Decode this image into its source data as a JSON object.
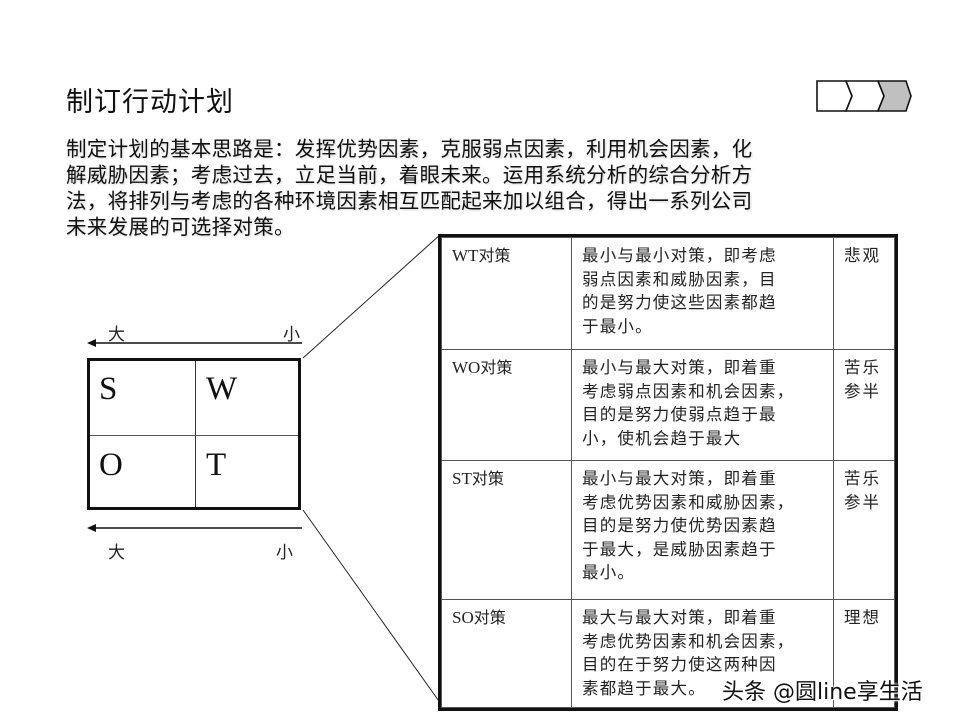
{
  "header": {
    "title": "制订行动计划",
    "progress_chevrons": {
      "count": 3,
      "active_index": 2,
      "active_color": "#c0c0c0",
      "inactive_color": "#ffffff"
    }
  },
  "intro": {
    "lines": [
      "制定计划的基本思路是：发挥优势因素，克服弱点因素，利用机会因素，化",
      "解威胁因素；考虑过去，立足当前，着眼未来。运用系统分析的综合分析方",
      "法，将排列与考虑的各种环境因素相互匹配起来加以组合，得出一系列公司",
      "未来发展的可选择对策。"
    ]
  },
  "swot_diagram": {
    "top_axis": {
      "left_label": "大",
      "right_label": "小",
      "arrow_direction": "left"
    },
    "bottom_axis": {
      "left_label": "大",
      "right_label": "小",
      "arrow_direction": "left"
    },
    "quadrants": {
      "top_left": "S",
      "top_right": "W",
      "bottom_left": "O",
      "bottom_right": "T"
    }
  },
  "strategy_table": {
    "rows": [
      {
        "code": "WT",
        "suffix": "对策",
        "desc_lines": [
          "最小与最小对策，即考虑",
          "弱点因素和威胁因素，目",
          "的是努力使这些因素都趋",
          "于最小。"
        ],
        "outlook_lines": [
          "悲观"
        ]
      },
      {
        "code": "WO",
        "suffix": "对策",
        "desc_lines": [
          "最小与最大对策，即着重",
          "考虑弱点因素和机会因素，",
          "目的是努力使弱点趋于最",
          "小，使机会趋于最大"
        ],
        "outlook_lines": [
          "苦乐",
          "参半"
        ]
      },
      {
        "code": "ST",
        "suffix": "对策",
        "desc_lines": [
          "最小与最大对策，即着重",
          "考虑优势因素和威胁因素，",
          "目的是努力使优势因素趋",
          "于最大，是威胁因素趋于",
          "最小。"
        ],
        "outlook_lines": [
          "苦乐",
          "参半"
        ]
      },
      {
        "code": "SO",
        "suffix": "对策",
        "desc_lines": [
          "最大与最大对策，即着重",
          "考虑优势因素和机会因素，",
          "目的在于努力使这两种因",
          "素都趋于最大。"
        ],
        "outlook_lines": [
          "理想"
        ]
      }
    ]
  },
  "watermark": {
    "text": "头条 @圆line享生活"
  }
}
